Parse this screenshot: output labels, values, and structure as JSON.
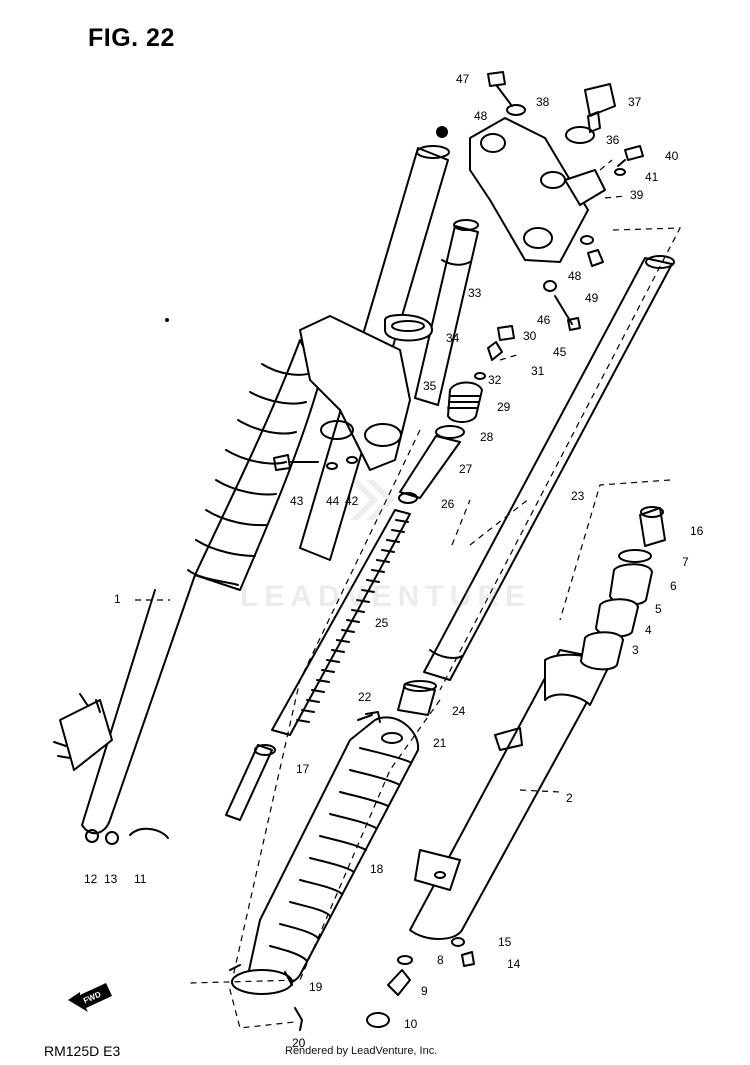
{
  "figure_title": "FIG. 22",
  "model_code": "RM125D E3",
  "footer_text": "Rendered by LeadVenture, Inc.",
  "watermark_text": "LEADVENTURE",
  "part_numbers": [
    "1",
    "2",
    "3",
    "4",
    "5",
    "6",
    "7",
    "8",
    "9",
    "10",
    "11",
    "12",
    "13",
    "14",
    "15",
    "16",
    "17",
    "18",
    "19",
    "20",
    "21",
    "22",
    "23",
    "24",
    "25",
    "26",
    "27",
    "28",
    "29",
    "30",
    "31",
    "32",
    "33",
    "34",
    "35",
    "36",
    "37",
    "38",
    "39",
    "40",
    "41",
    "42",
    "43",
    "44",
    "45",
    "46",
    "47",
    "48",
    "49"
  ]
}
